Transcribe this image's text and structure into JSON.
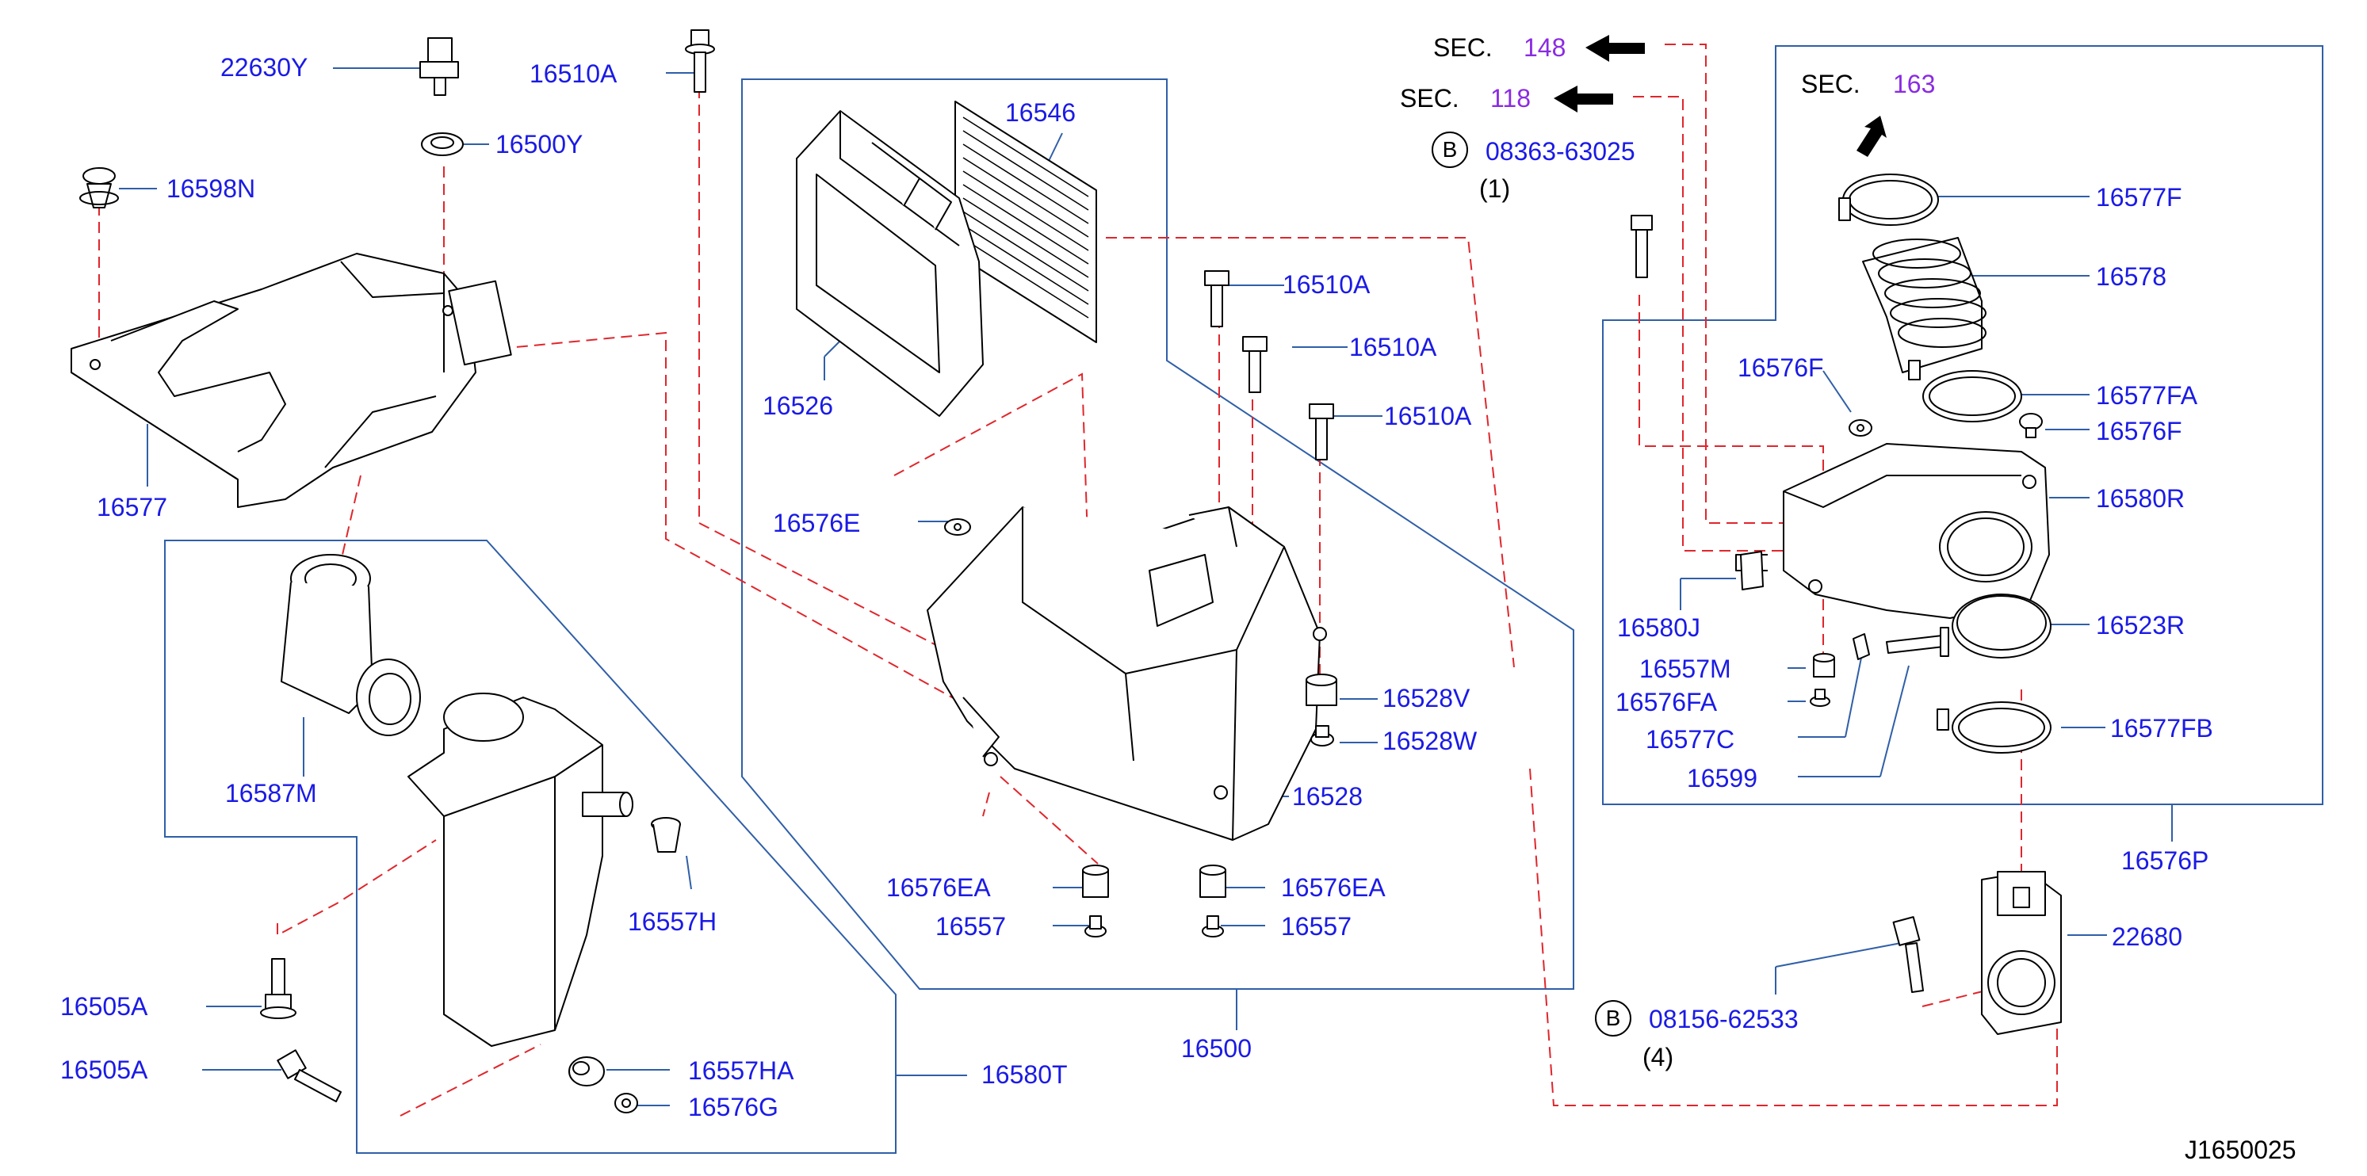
{
  "labels": {
    "p22630Y": "22630Y",
    "p16510A_top": "16510A",
    "p16500Y": "16500Y",
    "p16598N": "16598N",
    "p16546": "16546",
    "p16526": "16526",
    "p16577": "16577",
    "p16576E": "16576E",
    "p16510A_1": "16510A",
    "p16510A_2": "16510A",
    "p16510A_3": "16510A",
    "p16528V": "16528V",
    "p16528W": "16528W",
    "p16528": "16528",
    "p16587M": "16587M",
    "p16557H": "16557H",
    "p16576EA_l": "16576EA",
    "p16576EA_r": "16576EA",
    "p16557_l": "16557",
    "p16557_r": "16557",
    "p16505A_1": "16505A",
    "p16505A_2": "16505A",
    "p16557HA": "16557HA",
    "p16576G": "16576G",
    "p16580T": "16580T",
    "p16500": "16500",
    "p16577F": "16577F",
    "p16578": "16578",
    "p16576F_l": "16576F",
    "p16576F_r": "16576F",
    "p16577FA": "16577FA",
    "p16580R": "16580R",
    "p16580J": "16580J",
    "p16557M": "16557M",
    "p16523R": "16523R",
    "p16576FA": "16576FA",
    "p16577C": "16577C",
    "p16577FB": "16577FB",
    "p16599": "16599",
    "p16576P": "16576P",
    "p22680": "22680",
    "bolt_08363": "08363-63025",
    "bolt_08156": "08156-62533",
    "qty_1": "(1)",
    "qty_4": "(4)",
    "sec_word_148": "SEC.",
    "sec_num_148": "148",
    "sec_word_118": "SEC.",
    "sec_num_118": "118",
    "sec_word_163": "SEC.",
    "sec_num_163": "163",
    "circle_b1": "B",
    "circle_b2": "B",
    "diagram_code": "J1650025"
  },
  "colors": {
    "label": "#1a1ae6",
    "section_number": "#8a2be2",
    "leader": "#2f5fa8",
    "dashed": "#e0262c",
    "part_line": "#000000"
  }
}
